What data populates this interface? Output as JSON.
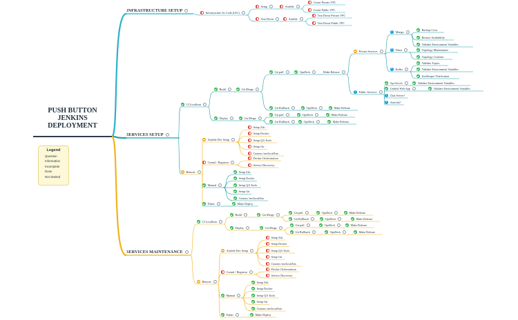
{
  "root_title_lines": [
    "PUSH BUTTON",
    "JENKINS",
    "DEPLOYMENT"
  ],
  "legend": {
    "title": "Legend",
    "items": [
      {
        "status": "q",
        "label": "Question"
      },
      {
        "status": "info",
        "label": "Information"
      },
      {
        "status": "inc",
        "label": "Incomplete"
      },
      {
        "status": "done",
        "label": "Done"
      },
      {
        "status": "ns",
        "label": "Not Started"
      }
    ]
  },
  "colors": {
    "infra_branch": "#2bb0c7",
    "services_branch": "#1f9ea8",
    "maintenance_branch": "#f2b21a",
    "done": "#2fb24c",
    "not_started": "#e03c32",
    "incomplete": "#f5a623",
    "question": "#1e9ee0"
  },
  "sections": {
    "infrastructure": {
      "label": "INFRASTRUCTURE SETUP",
      "status": "ns"
    },
    "services": {
      "label": "SERVICES SETUP",
      "status": "inc"
    },
    "maintenance": {
      "label": "SERVICES MAINTENANCE",
      "status": "inc"
    }
  },
  "nodes": {
    "iac": {
      "label": "Infrastructure As Code (IAC)",
      "status": "ns"
    },
    "setup": {
      "label": "Setup",
      "status": "ns"
    },
    "teardown": {
      "label": "Tear Down",
      "status": "ns"
    },
    "ansible1": {
      "label": "Ansible",
      "status": "ns"
    },
    "ansible2": {
      "label": "Ansible",
      "status": "ns"
    },
    "create_private": {
      "label": "Create Private VPC",
      "status": "ns"
    },
    "create_public": {
      "label": "Create Public VPC",
      "status": "ns"
    },
    "td_private": {
      "label": "Tear Down Private VPC",
      "status": "ns"
    },
    "td_public": {
      "label": "Tear Down Public VPC",
      "status": "ns"
    },
    "ci_localhost": {
      "label": "CI Localhost",
      "status": "done"
    },
    "build": {
      "label": "Build",
      "status": "done"
    },
    "build_gitmerge": {
      "label": "Git Merge",
      "status": "done"
    },
    "gitpull": {
      "label": "Git pull",
      "status": "done"
    },
    "opsdeck": {
      "label": "OpsDeck",
      "status": "done"
    },
    "make_release": {
      "label": "Make Release",
      "status": ""
    },
    "private_services": {
      "label": "Private Services",
      "status": "inc"
    },
    "mongo": {
      "label": "Mongo",
      "status": "q"
    },
    "backup_cron": {
      "label": "Backup Cron",
      "status": "done"
    },
    "restore_avail": {
      "label": "Restore Availability",
      "status": "done"
    },
    "validate_env1": {
      "label": "Validate Environment Variables",
      "status": "done"
    },
    "nsm": {
      "label": "Nsme",
      "status": "q"
    },
    "topology_maint": {
      "label": "Topology Maintenance",
      "status": "done"
    },
    "topology_creation": {
      "label": "Topology Creation",
      "status": "done"
    },
    "kafka": {
      "label": "Kafka",
      "status": "q"
    },
    "validate_topics": {
      "label": "Validate Topics",
      "status": "done"
    },
    "validate_env2": {
      "label": "Validate Environment Variables",
      "status": "done"
    },
    "zookeeper": {
      "label": "ZooKeeper Verification",
      "status": "done"
    },
    "public_services": {
      "label": "Public Services",
      "status": "q"
    },
    "api_server": {
      "label": "Api Server",
      "status": "done"
    },
    "validate_env3": {
      "label": "Validate Environment Variables",
      "status": "done"
    },
    "unified_web": {
      "label": "Unified Web App",
      "status": "done"
    },
    "validate_env4": {
      "label": "Validate Environment Variables",
      "status": "done"
    },
    "chat_server": {
      "label": "Chat Server?",
      "status": "q"
    },
    "asterisk": {
      "label": "Asterisk?",
      "status": "q"
    },
    "b_rollback": {
      "label": "Git Rollback",
      "status": "done"
    },
    "b_rb_opsdeck": {
      "label": "OpsDeck",
      "status": "done"
    },
    "b_rb_make": {
      "label": "Make Release",
      "status": "done"
    },
    "deploy": {
      "label": "Deploy",
      "status": "done"
    },
    "deploy_gitmerge": {
      "label": "Git Merge",
      "status": "done"
    },
    "d_gitpull": {
      "label": "Git pull",
      "status": "done"
    },
    "d_opsdeck": {
      "label": "OpsDeck",
      "status": "done"
    },
    "d_make": {
      "label": "Make Release",
      "status": "done"
    },
    "d_rollback": {
      "label": "Git Rollback",
      "status": "done"
    },
    "d_rb_opsdeck": {
      "label": "OpsDeck",
      "status": "done"
    },
    "d_rb_make": {
      "label": "Make Release",
      "status": "done"
    },
    "remote": {
      "label": "Remote",
      "status": "inc"
    },
    "ansible_dev": {
      "label": "Ansible Dev Setup",
      "status": "inc"
    },
    "ad_zsh": {
      "label": "Setup Zsh",
      "status": "ns"
    },
    "ad_docker": {
      "label": "Setup Docker",
      "status": "ns"
    },
    "ad_qa": {
      "label": "Setup QA Tools",
      "status": "ns"
    },
    "ad_git": {
      "label": "Setup Git",
      "status": "ns"
    },
    "ad_custom": {
      "label": "Custom /usr/local/bin",
      "status": "ns"
    },
    "consul": {
      "label": "Consul / Registrar",
      "status": "ns"
    },
    "docker_orch": {
      "label": "Docker Orchestration",
      "status": "ns"
    },
    "svc_discovery": {
      "label": "Service Discovery",
      "status": "ns"
    },
    "manual": {
      "label": "Manual",
      "status": "done"
    },
    "m_zsh": {
      "label": "Setup Zsh",
      "status": "done"
    },
    "m_docker": {
      "label": "Setup Docker",
      "status": "done"
    },
    "m_qa": {
      "label": "Setup QA Tools",
      "status": "done"
    },
    "m_git": {
      "label": "Setup Git",
      "status": "done"
    },
    "m_custom": {
      "label": "Custom /usr/local/bin",
      "status": "done"
    },
    "fabric": {
      "label": "Fabric",
      "status": "done"
    },
    "make_deploy": {
      "label": "Make Deploy",
      "status": "done"
    },
    "mt_ci": {
      "label": "CI Localhost",
      "status": "done"
    },
    "mt_build": {
      "label": "Build",
      "status": "done"
    },
    "mt_build_gm": {
      "label": "Git Merge",
      "status": "done"
    },
    "mt_b_pull": {
      "label": "Git pull",
      "status": "done"
    },
    "mt_b_ops": {
      "label": "OpsDeck",
      "status": "done"
    },
    "mt_b_make": {
      "label": "Make Release",
      "status": "done"
    },
    "mt_b_rb": {
      "label": "Git Rollback",
      "status": "done"
    },
    "mt_b_rb_ops": {
      "label": "OpsDeck",
      "status": "done"
    },
    "mt_b_rb_make": {
      "label": "Make Release",
      "status": "done"
    },
    "mt_deploy": {
      "label": "Deploy",
      "status": "done"
    },
    "mt_deploy_gm": {
      "label": "Git Merge",
      "status": "done"
    },
    "mt_d_pull": {
      "label": "Git pull",
      "status": "done"
    },
    "mt_d_ops": {
      "label": "OpsDeck",
      "status": "done"
    },
    "mt_d_make": {
      "label": "Make Release",
      "status": "done"
    },
    "mt_d_rb": {
      "label": "Git Rollback",
      "status": "done"
    },
    "mt_d_rb_ops": {
      "label": "OpsDeck",
      "status": "done"
    },
    "mt_d_rb_make": {
      "label": "Make Release",
      "status": "done"
    },
    "mt_remote": {
      "label": "Remote",
      "status": "inc"
    },
    "mt_ansible": {
      "label": "Ansible Dev Setup",
      "status": "inc"
    },
    "mt_a_zsh": {
      "label": "Setup Zsh",
      "status": "ns"
    },
    "mt_a_docker": {
      "label": "Setup Docker",
      "status": "ns"
    },
    "mt_a_qa": {
      "label": "Setup QA Tools",
      "status": "ns"
    },
    "mt_a_git": {
      "label": "Setup Git",
      "status": "ns"
    },
    "mt_a_custom": {
      "label": "Custom /usr/local/bin",
      "status": "ns"
    },
    "mt_consul": {
      "label": "Consul / Registrar",
      "status": "ns"
    },
    "mt_docker_orch": {
      "label": "Docker Orchestration",
      "status": "ns"
    },
    "mt_svc_disc": {
      "label": "Service Discovery",
      "status": "ns"
    },
    "mt_manual": {
      "label": "Manual",
      "status": "done"
    },
    "mt_m_zsh": {
      "label": "Setup Zsh",
      "status": "done"
    },
    "mt_m_docker": {
      "label": "Setup Docker",
      "status": "done"
    },
    "mt_m_qa": {
      "label": "Setup QA Tools",
      "status": "done"
    },
    "mt_m_git": {
      "label": "Setup Git",
      "status": "done"
    },
    "mt_m_custom": {
      "label": "Custom /usr/local/bin",
      "status": "done"
    },
    "mt_fabric": {
      "label": "Fabric",
      "status": "done"
    },
    "mt_make_deploy": {
      "label": "Make Deploy",
      "status": "done"
    }
  }
}
